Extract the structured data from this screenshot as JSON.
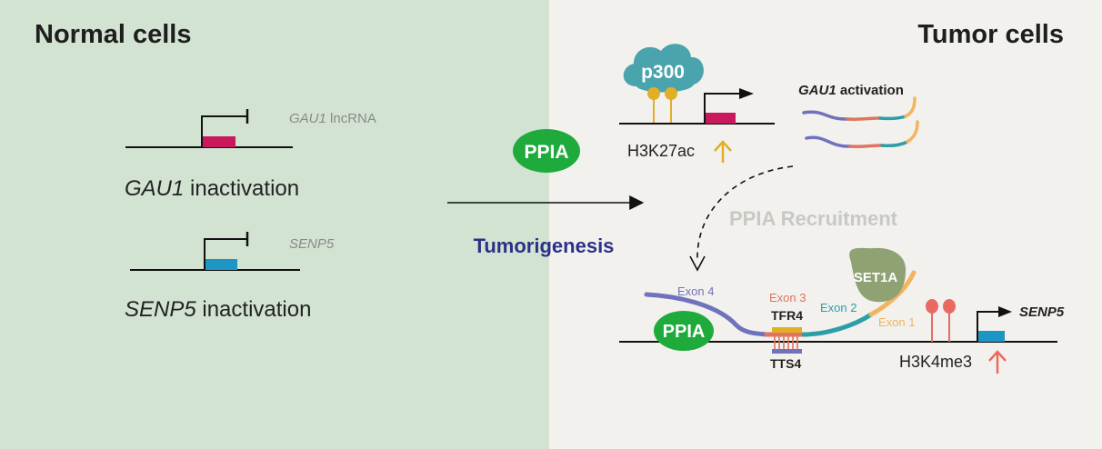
{
  "left": {
    "title": "Normal cells",
    "gau1": {
      "gene_label": "GAU1",
      "gene_label_suffix": " lncRNA",
      "caption_italic": "GAU1",
      "caption_rest": " inactivation"
    },
    "senp5": {
      "gene_label": "SENP5",
      "caption_italic": "SENP5",
      "caption_rest": " inactivation"
    }
  },
  "center": {
    "ppia_label": "PPIA",
    "arrow_label": "Tumorigenesis"
  },
  "right": {
    "title": "Tumor cells",
    "p300_label": "p300",
    "h3k27ac_label": "H3K27ac",
    "gau1_activation_italic": "GAU1",
    "gau1_activation_rest": " activation",
    "recruitment_label": "PPIA Recruitment",
    "set1a_label": "SET1A",
    "ppia_label": "PPIA",
    "exon4": "Exon 4",
    "exon3": "Exon 3",
    "exon2": "Exon 2",
    "exon1": "Exon 1",
    "tfr4": "TFR4",
    "tts4": "TTS4",
    "h3k4me3_label": "H3K4me3",
    "senp5_label": "SENP5"
  },
  "colors": {
    "left_bg": "#d3e3d2",
    "right_bg": "#f2f1ed",
    "ppia_green": "#1fab3b",
    "gau1_pink": "#c9185b",
    "senp5_blue": "#1d96c3",
    "p300_teal": "#4aa4ad",
    "yellow": "#e2ae26",
    "red": "#e96a63",
    "navy": "#2c3188",
    "set1a_olive": "#8ea274",
    "recruit_gray": "#c8c8c4",
    "strand_purple": "#7072bd",
    "strand_orange": "#f3b35f",
    "strand_teal": "#2c9ea8",
    "strand_red": "#e0745e"
  }
}
